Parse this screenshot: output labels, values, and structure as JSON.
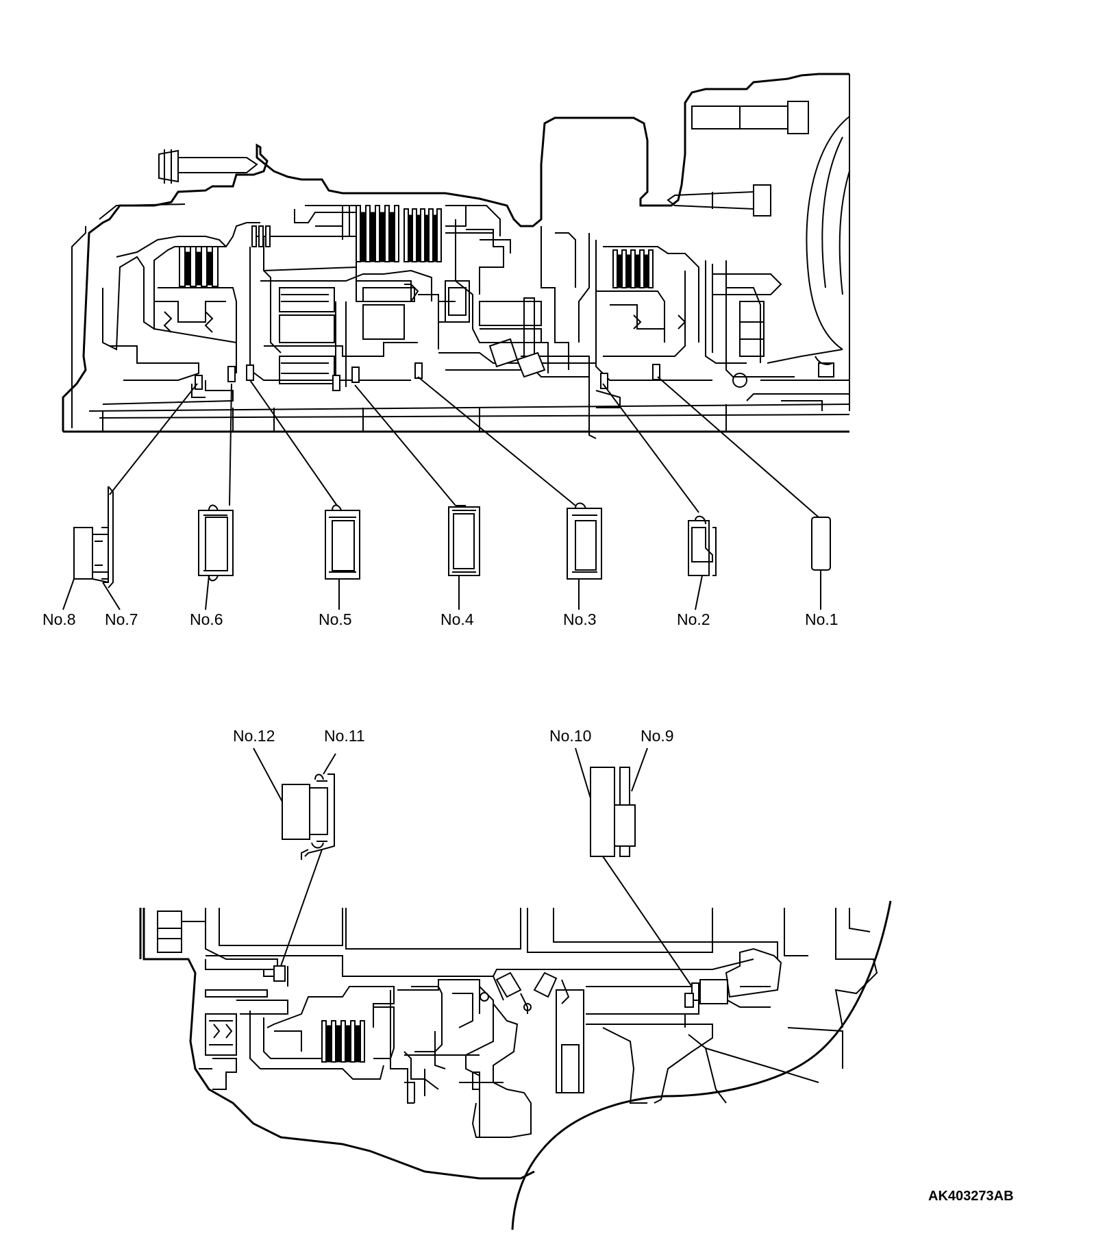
{
  "labels": {
    "no1": "No.1",
    "no2": "No.2",
    "no3": "No.3",
    "no4": "No.4",
    "no5": "No.5",
    "no6": "No.6",
    "no7": "No.7",
    "no8": "No.8",
    "no9": "No.9",
    "no10": "No.10",
    "no11": "No.11",
    "no12": "No.12"
  },
  "figure_code": "AK403273AB"
}
